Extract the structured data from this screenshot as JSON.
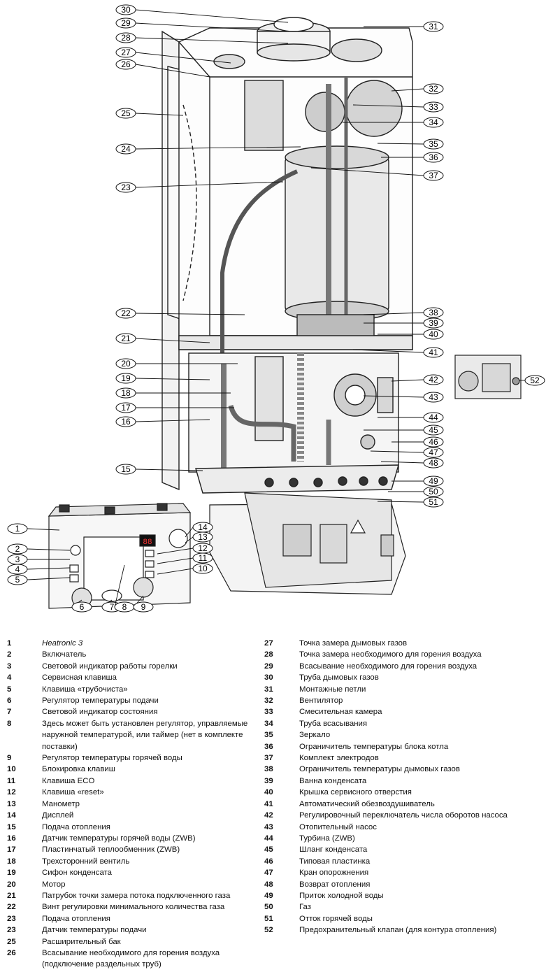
{
  "callouts": [
    "30",
    "29",
    "28",
    "27",
    "26",
    "25",
    "24",
    "23",
    "22",
    "21",
    "20",
    "19",
    "18",
    "17",
    "16",
    "15",
    "31",
    "32",
    "33",
    "34",
    "35",
    "36",
    "37",
    "38",
    "39",
    "40",
    "41",
    "42",
    "43",
    "44",
    "45",
    "46",
    "47",
    "48",
    "49",
    "50",
    "51",
    "52",
    "1",
    "2",
    "3",
    "4",
    "5",
    "14",
    "13",
    "12",
    "11",
    "10",
    "6",
    "7",
    "8",
    "9"
  ],
  "display_text": "88",
  "legend_left": [
    {
      "num": "1",
      "text": "Heatronic 3",
      "italic": true
    },
    {
      "num": "2",
      "text": "Включатель"
    },
    {
      "num": "3",
      "text": "Световой индикатор работы горелки"
    },
    {
      "num": "4",
      "text": "Сервисная клавиша"
    },
    {
      "num": "5",
      "text": "Клавиша «трубочиста»"
    },
    {
      "num": "6",
      "text": "Регулятор температуры подачи"
    },
    {
      "num": "7",
      "text": "Световой индикатор состояния"
    },
    {
      "num": "8",
      "text": "Здесь может быть установлен регулятор, управляемые наружной температурой, или таймер (нет в комплекте поставки)"
    },
    {
      "num": "9",
      "text": "Регулятор температуры горячей воды"
    },
    {
      "num": "10",
      "text": "Блокировка клавиш"
    },
    {
      "num": "11",
      "text": "Клавиша ECO"
    },
    {
      "num": "12",
      "text": "Клавиша «reset»"
    },
    {
      "num": "13",
      "text": "Манометр"
    },
    {
      "num": "14",
      "text": "Дисплей"
    },
    {
      "num": "15",
      "text": "Подача отопления"
    },
    {
      "num": "16",
      "text": "Датчик температуры горячей воды (ZWB)"
    },
    {
      "num": "17",
      "text": "Пластинчатый теплообменник (ZWB)"
    },
    {
      "num": "18",
      "text": "Трехсторонний вентиль"
    },
    {
      "num": "19",
      "text": "Сифон конденсата"
    },
    {
      "num": "20",
      "text": "Мотор"
    },
    {
      "num": "21",
      "text": "Патрубок точки замера потока подключенного газа"
    },
    {
      "num": "22",
      "text": "Винт регулировки минимального количества газа"
    },
    {
      "num": "23",
      "text": "Подача отопления"
    },
    {
      "num": "23",
      "text": "Датчик температуры подачи"
    },
    {
      "num": "25",
      "text": "Расширительный бак"
    },
    {
      "num": "26",
      "text": "Всасывание необходимого для горения воздуха (подключение раздельных труб)"
    }
  ],
  "legend_right": [
    {
      "num": "27",
      "text": "Точка замера дымовых газов"
    },
    {
      "num": "28",
      "text": "Точка замера необходимого для горения воздуха"
    },
    {
      "num": "29",
      "text": "Всасывание необходимого для горения воздуха"
    },
    {
      "num": "30",
      "text": "Труба дымовых газов"
    },
    {
      "num": "31",
      "text": "Монтажные петли"
    },
    {
      "num": "32",
      "text": "Вентилятор"
    },
    {
      "num": "33",
      "text": "Смесительная камера"
    },
    {
      "num": "34",
      "text": "Труба всасывания"
    },
    {
      "num": "35",
      "text": "Зеркало"
    },
    {
      "num": "36",
      "text": "Ограничитель температуры блока котла"
    },
    {
      "num": "37",
      "text": "Комплект электродов"
    },
    {
      "num": "38",
      "text": "Ограничитель температуры дымовых газов"
    },
    {
      "num": "39",
      "text": "Ванна конденсата"
    },
    {
      "num": "40",
      "text": "Крышка сервисного отверстия"
    },
    {
      "num": "41",
      "text": "Автоматический обезвоздушиватель"
    },
    {
      "num": "42",
      "text": "Регулировочный переключатель числа оборотов насоса"
    },
    {
      "num": "43",
      "text": "Отопительный насос"
    },
    {
      "num": "44",
      "text": "Турбина (ZWB)"
    },
    {
      "num": "45",
      "text": "Шланг конденсата"
    },
    {
      "num": "46",
      "text": "Типовая пластинка"
    },
    {
      "num": "47",
      "text": "Кран опорожнения"
    },
    {
      "num": "48",
      "text": "Возврат отопления"
    },
    {
      "num": "49",
      "text": "Приток холодной воды"
    },
    {
      "num": "50",
      "text": "Газ"
    },
    {
      "num": "51",
      "text": "Отток горячей воды"
    },
    {
      "num": "52",
      "text": "Предохранительный клапан (для контура отопления)"
    }
  ]
}
